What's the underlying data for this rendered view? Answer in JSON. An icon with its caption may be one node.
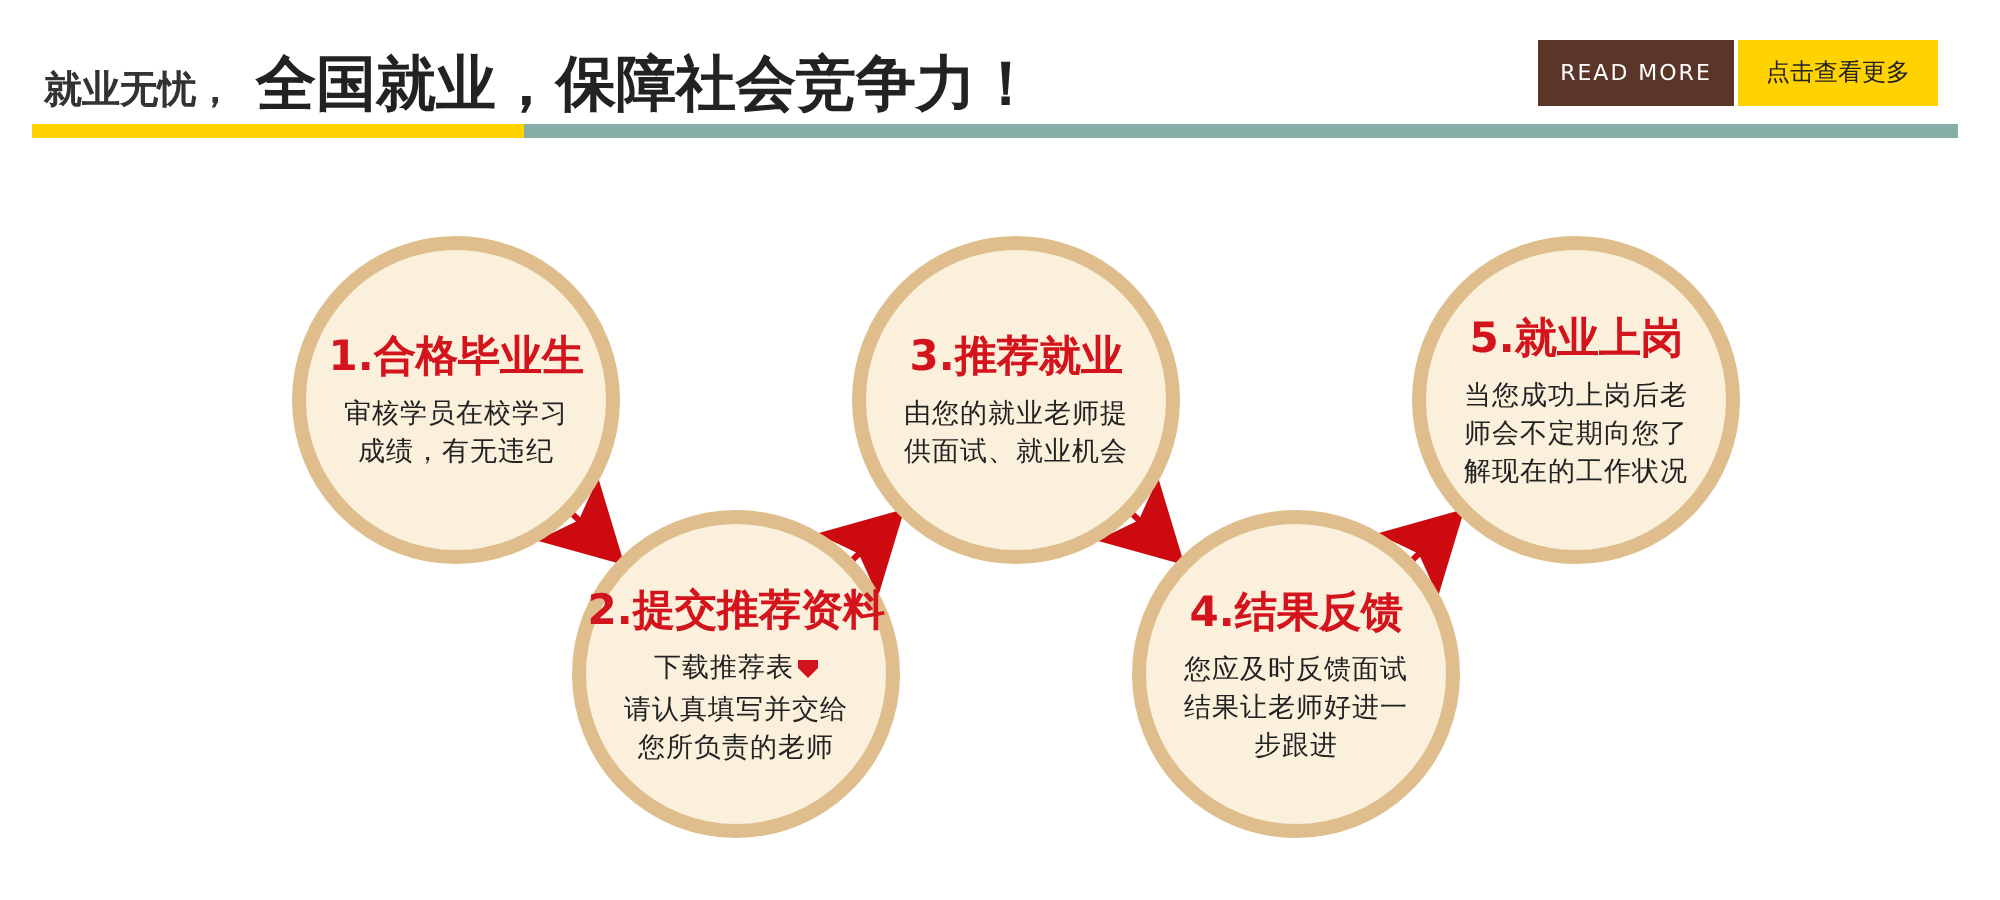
{
  "diagram": {
    "title": "全国就业，保障社会竞争力！",
    "nodes": [
      {
        "text": [
          "1.合格毕业生",
          "审核学员在校学习成绩，有无违纪"
        ]
      },
      {
        "text": [
          "2.提交推荐资料",
          "下载推荐表",
          "请认真填写并交给您所负责的老师"
        ]
      },
      {
        "text": [
          "3.推荐就业",
          "由您的就业老师提供面试、就业机会"
        ]
      },
      {
        "text": [
          "4.结果反馈",
          "您应及时反馈面试结果让老师好进一步跟进"
        ]
      },
      {
        "text": [
          "5.就业上岗",
          "当您成功上岗后老师会不定期向您了解现在的工作状况"
        ]
      }
    ],
    "edges": [
      {
        "from": 0,
        "to": 1,
        "arrow": "to"
      },
      {
        "from": 1,
        "to": 2,
        "arrow": "to"
      },
      {
        "from": 2,
        "to": 3,
        "arrow": "to"
      },
      {
        "from": 3,
        "to": 4,
        "arrow": "to"
      }
    ],
    "labels": [
      "就业无忧，",
      "READ MORE",
      "点击查看更多"
    ]
  }
}
